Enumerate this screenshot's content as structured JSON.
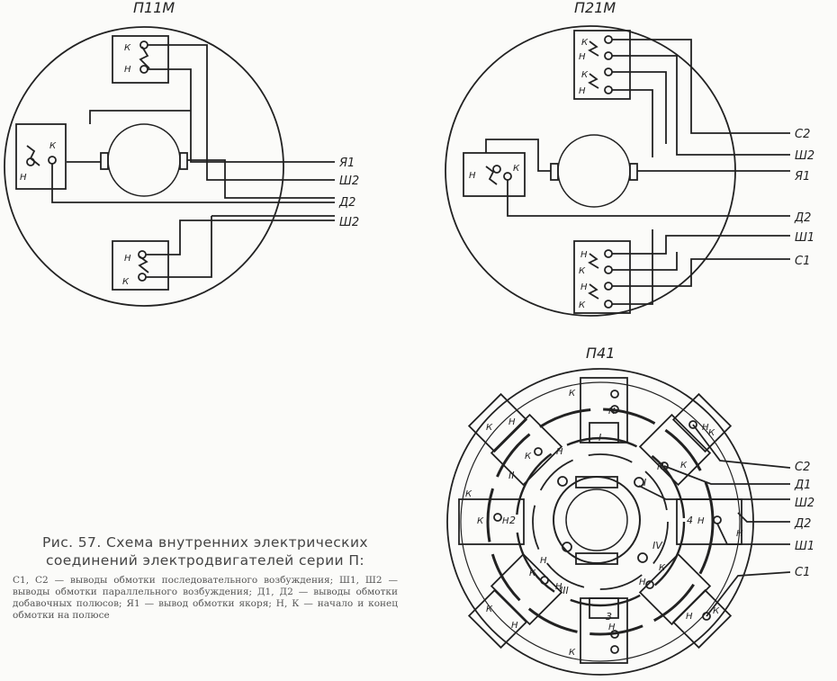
{
  "diagrams": {
    "p11m": {
      "title": "П11М",
      "leads": [
        "Я1",
        "Ш2",
        "Д2",
        "Ш2"
      ],
      "terminals": {
        "k": "К",
        "h": "Н"
      }
    },
    "p21m": {
      "title": "П21М",
      "leads": [
        "С2",
        "Ш2",
        "Я1",
        "Д2",
        "Ш1",
        "С1"
      ],
      "terminals": {
        "k": "К",
        "h": "Н"
      }
    },
    "p41": {
      "title": "П41",
      "leads": [
        "С2",
        "Д1",
        "Ш2",
        "Д2",
        "Ш1",
        "С1"
      ],
      "pole_numbers": [
        "I",
        "II",
        "III",
        "IV",
        "I",
        "2",
        "3",
        "4"
      ],
      "terminals": {
        "k": "К",
        "h": "Н"
      }
    }
  },
  "caption": {
    "title": "Рис. 57. Схема внутренних электрических соединений электродвигателей серии П:",
    "text": "С1, С2 — выводы обмотки последовательного возбуждения; Ш1, Ш2 — выводы обмотки параллельного возбуждения; Д1, Д2 — выводы обмотки добавочных полюсов; Я1 — вывод обмотки якоря; Н, К — начало и конец обмотки на полюсе"
  },
  "colors": {
    "ink": "#222222",
    "paper": "#fbfbf9"
  }
}
